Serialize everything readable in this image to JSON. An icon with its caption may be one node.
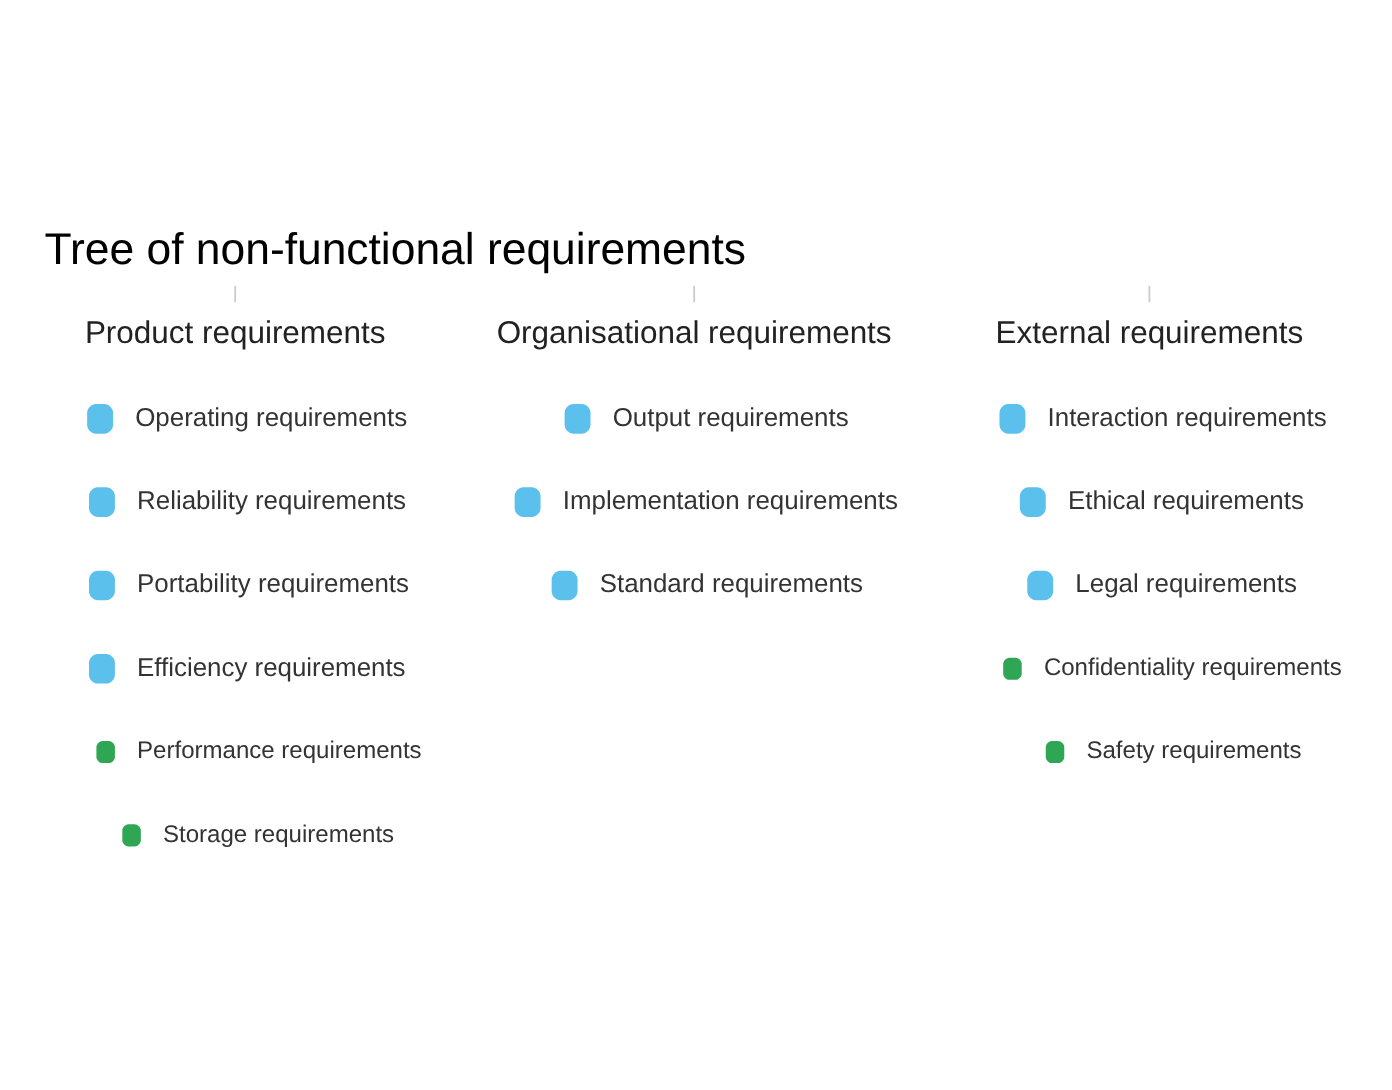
{
  "diagram": {
    "title": "Tree of non-functional requirements",
    "nodes": [
      {
        "text": [
          "Product requirements"
        ]
      },
      {
        "text": [
          "Organisational requirements"
        ]
      },
      {
        "text": [
          "External requirements"
        ]
      }
    ],
    "edges": [
      {
        "from": null,
        "to": 0,
        "arrow": "none"
      },
      {
        "from": null,
        "to": 1,
        "arrow": "none"
      },
      {
        "from": null,
        "to": 2,
        "arrow": "none"
      }
    ],
    "labels": [
      "Operating requirements",
      "Reliability requirements",
      "Portability requirements",
      "Efficiency requirements",
      "Performance requirements",
      "Storage requirements",
      "Output requirements",
      "Implementation requirements",
      "Standard requirements",
      "Interaction requirements",
      "Ethical requirements",
      "Legal requirements",
      "Confidentiality requirements",
      "Safety requirements"
    ]
  }
}
